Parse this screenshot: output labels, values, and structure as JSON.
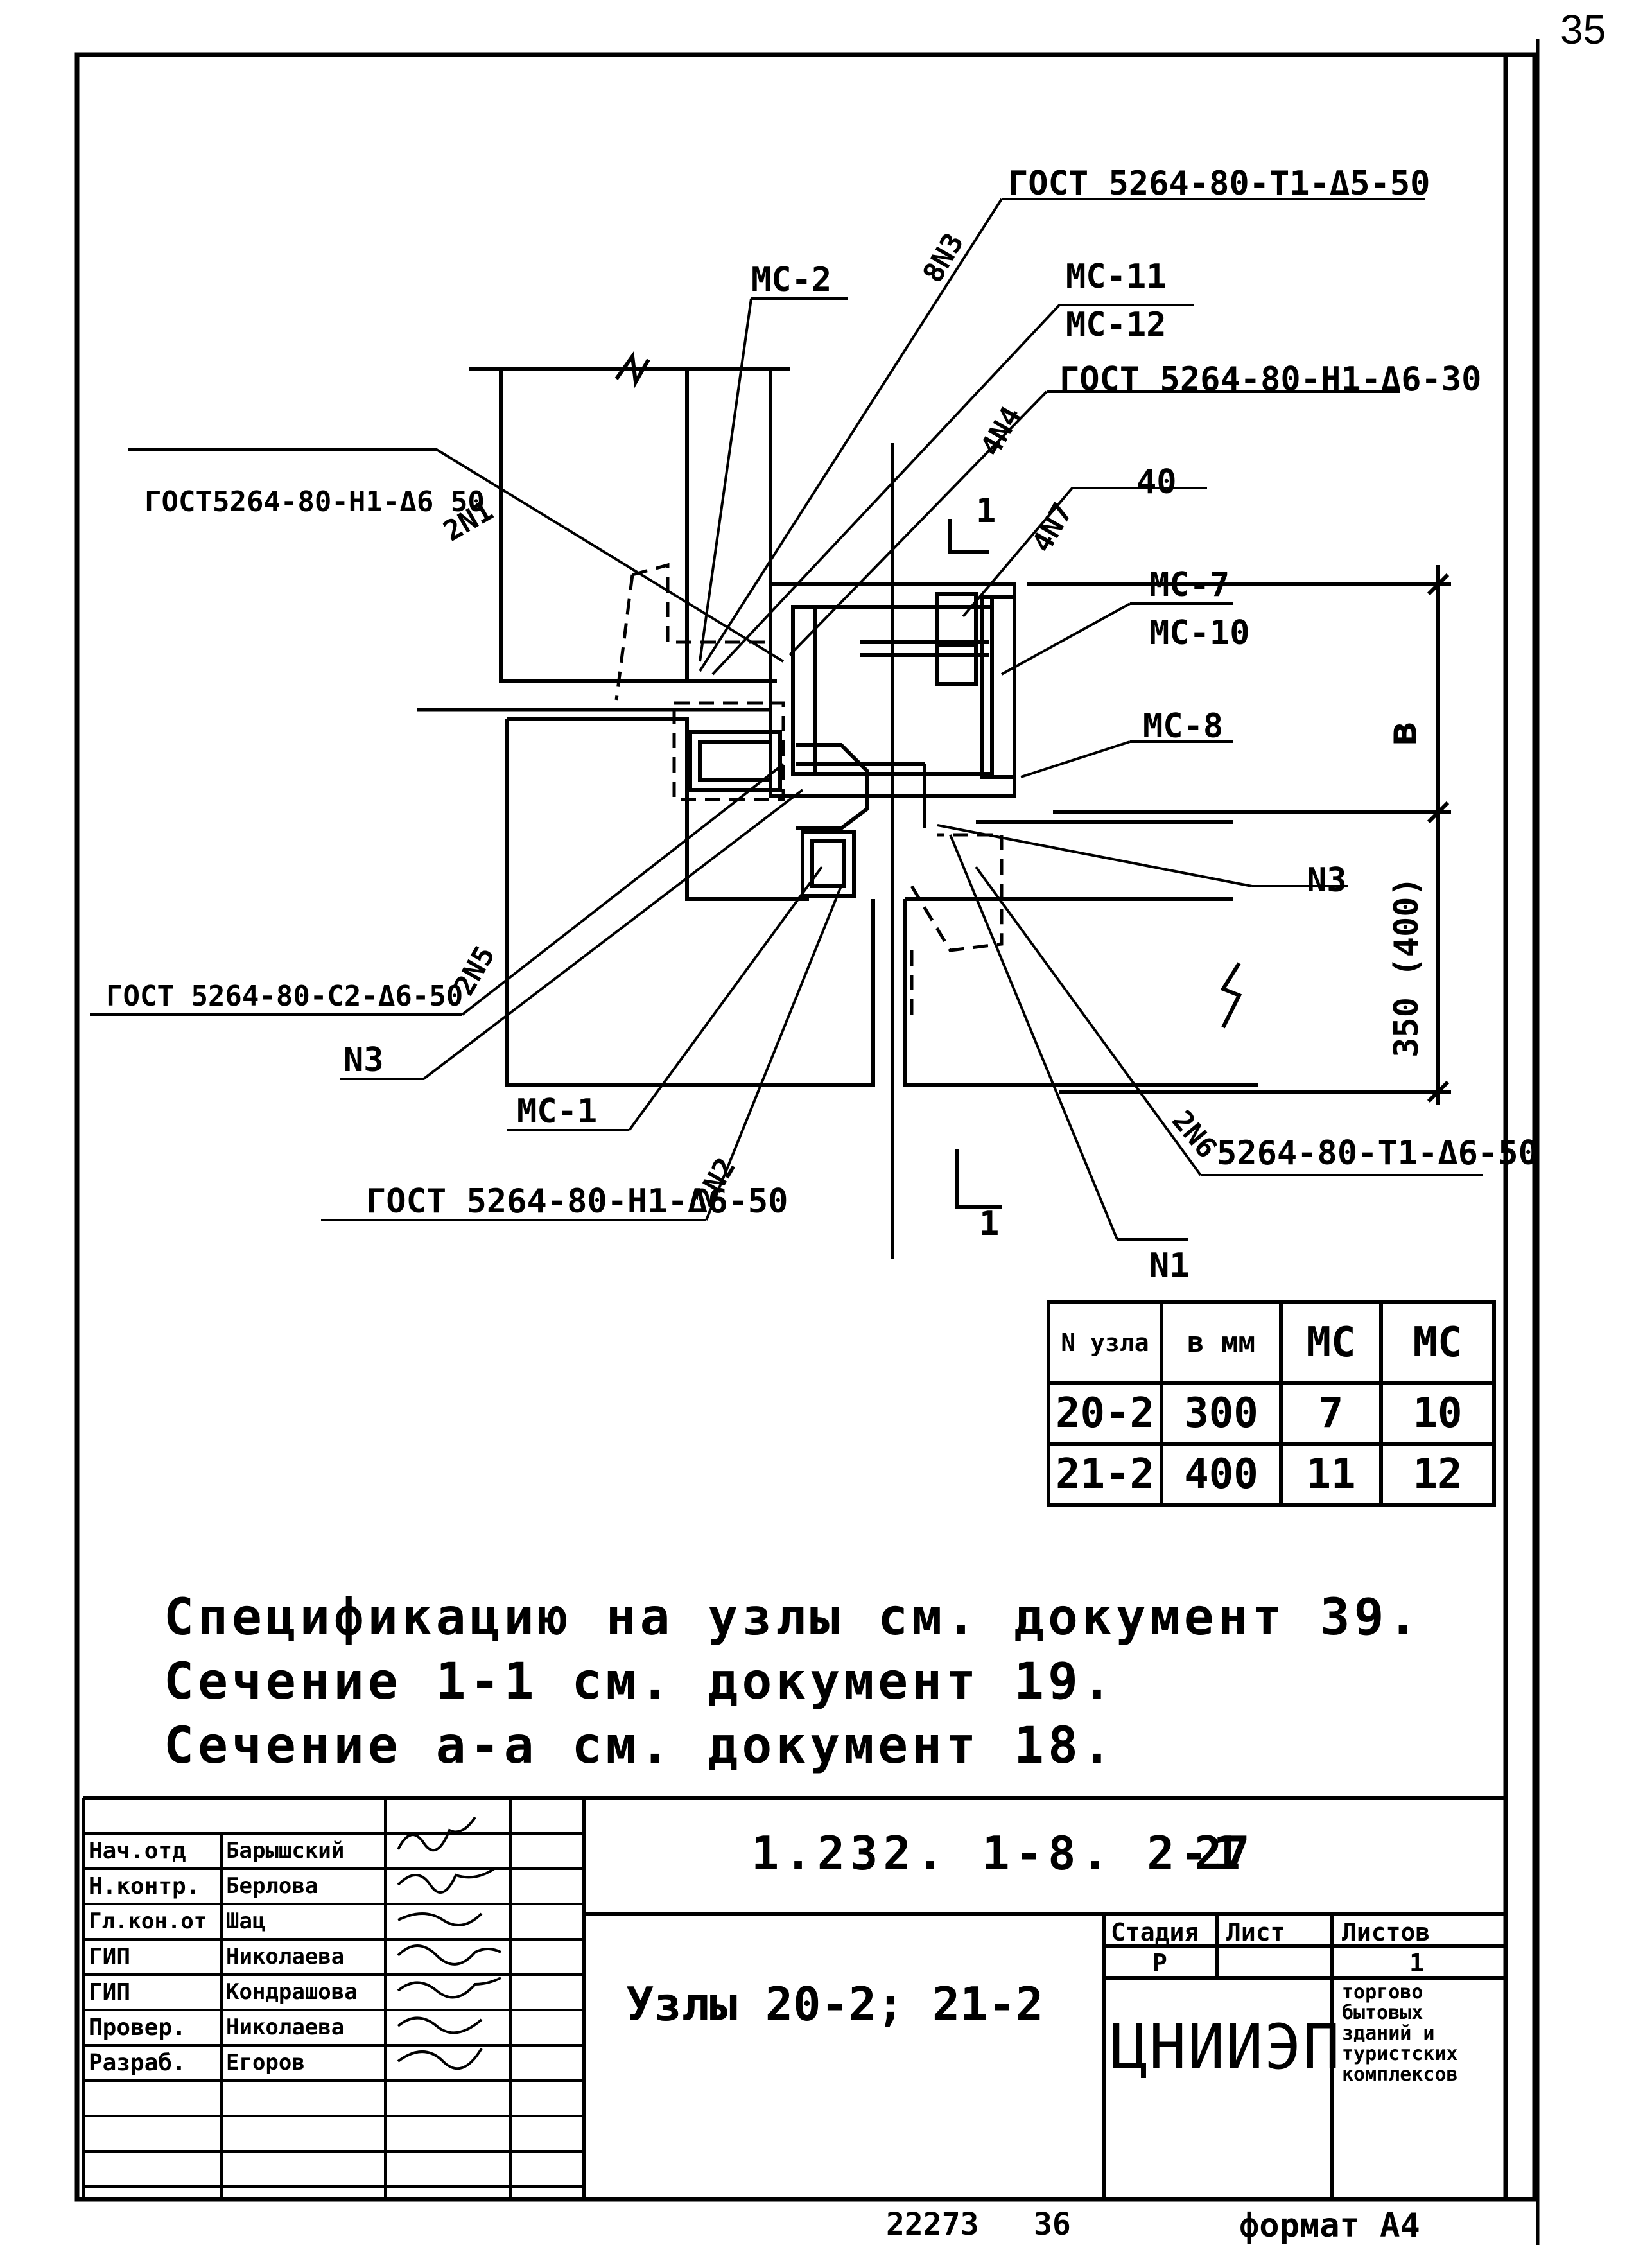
{
  "page_number": "35",
  "callouts": {
    "mc2": "МС-2",
    "weld_8n3": "8N3",
    "gost_t1_50": "ГОСТ 5264-80-Т1-Δ5-50",
    "mc11": "МС-11",
    "mc12": "МС-12",
    "weld_4n4": "4N4",
    "gost_n1_30": "ГОСТ 5264-80-Н1-Δ6-30",
    "gost_n1_50_left": "ГОСТ5264-80-Н1-Δ6 50",
    "weld_2n1": "2N1",
    "weld_4n7": "4N7",
    "dim_40": "40",
    "section_1_top": "1",
    "mc7": "МС-7",
    "mc10": "МС-10",
    "dim_b": "в",
    "mc8": "МС-8",
    "n3_right": "N3",
    "dim_350_400": "350 (400)",
    "gost_c2_50": "ГОСТ 5264-80-С2-Δ6-50",
    "weld_2n5": "2N5",
    "n3_left": "N3",
    "mc1": "МС-1",
    "weld_2n6": "2N6",
    "gost_t1_50_right": "5264-80-Т1-Δ6-50",
    "gost_n1_50_bottom": "ГОСТ 5264-80-Н1-Δ6-50",
    "weld_2n2": "2N2",
    "section_1_bottom": "1",
    "n1": "N1"
  },
  "nodes_table": {
    "headers": [
      "N узла",
      "в мм",
      "МС",
      "МС"
    ],
    "rows": [
      [
        "20-2",
        "300",
        "7",
        "10"
      ],
      [
        "21-2",
        "400",
        "11",
        "12"
      ]
    ]
  },
  "notes": [
    "Спецификацию на узлы см. документ 39.",
    "Сечение 1-1 см. документ 19.",
    "Сечение а-а см. документ 18."
  ],
  "title_block": {
    "doc_code": "1.232. 1-8. 2-1",
    "doc_sheet": "27",
    "title": "Узлы 20-2; 21-2",
    "stage_label": "Стадия",
    "sheet_label": "Лист",
    "sheets_label": "Листов",
    "stage_value": "Р",
    "sheets_value": "1",
    "org_logo": "ЦНИИЭП",
    "org_name": [
      "торгово",
      "бытовых",
      "зданий и",
      "туристских",
      "комплексов"
    ],
    "signers": [
      {
        "role": "Нач.отд",
        "name": "Барышский"
      },
      {
        "role": "Н.контр.",
        "name": "Берлова"
      },
      {
        "role": "Гл.кон.от",
        "name": "Шац"
      },
      {
        "role": "ГИП",
        "name": "Николаева"
      },
      {
        "role": "ГИП",
        "name": "Кондрашова"
      },
      {
        "role": "Провер.",
        "name": "Николаева"
      },
      {
        "role": "Разраб.",
        "name": "Егоров"
      }
    ]
  },
  "footer": {
    "archive_no": "22273",
    "copy_no": "36",
    "format": "формат А4"
  }
}
